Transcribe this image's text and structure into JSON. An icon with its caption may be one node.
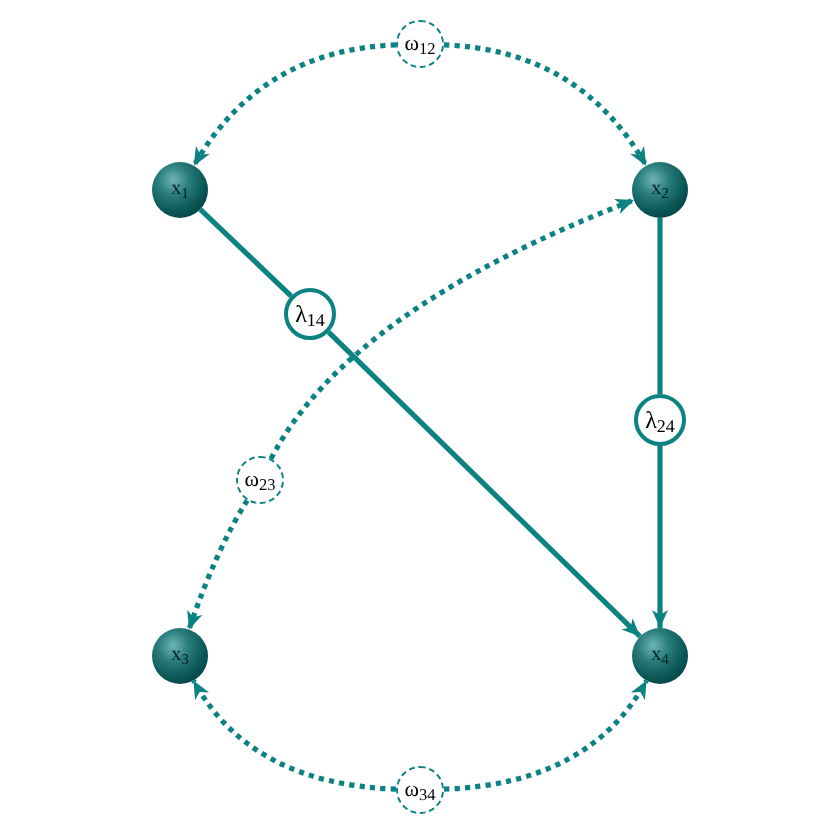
{
  "diagram": {
    "nodes": [
      {
        "text": [
          "ω$_{12}$"
        ]
      },
      {
        "text": [
          "x$_{1}$"
        ]
      },
      {
        "text": [
          "x$_{2}$"
        ]
      },
      {
        "text": [
          "λ$_{14}$"
        ]
      },
      {
        "text": [
          "λ$_{24}$"
        ]
      },
      {
        "text": [
          "ω$_{23}$"
        ]
      },
      {
        "text": [
          "x$_{3}$"
        ]
      },
      {
        "text": [
          "x$_{4}$"
        ]
      },
      {
        "text": [
          "ω$_{34}$"
        ]
      }
    ],
    "edges": [
      {
        "from": 0,
        "to": 1,
        "arrow": "to",
        "style": "dashed"
      },
      {
        "from": 0,
        "to": 2,
        "arrow": "to",
        "style": "dashed"
      },
      {
        "from": 1,
        "to": 3,
        "arrow": "none"
      },
      {
        "from": 3,
        "to": 7,
        "arrow": "to"
      },
      {
        "from": 2,
        "to": 4,
        "arrow": "none"
      },
      {
        "from": 4,
        "to": 7,
        "arrow": "to"
      },
      {
        "from": 5,
        "to": 2,
        "arrow": "to",
        "style": "dashed"
      },
      {
        "from": 5,
        "to": 6,
        "arrow": "to",
        "style": "dashed"
      },
      {
        "from": 8,
        "to": 6,
        "arrow": "to",
        "style": "dashed"
      },
      {
        "from": 8,
        "to": 7,
        "arrow": "to",
        "style": "dashed"
      }
    ]
  }
}
